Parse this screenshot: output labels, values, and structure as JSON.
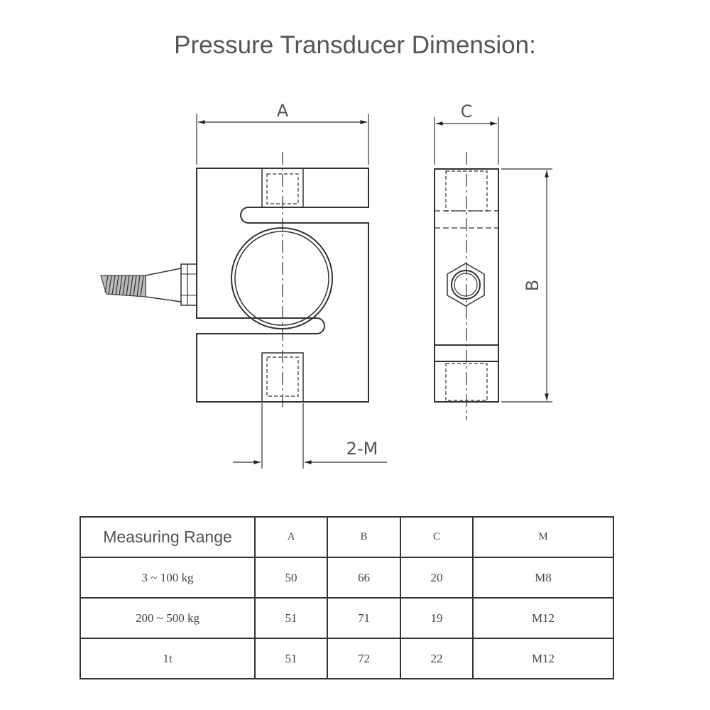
{
  "title": "Pressure Transducer Dimension:",
  "drawing": {
    "front_view": {
      "width_label": "A",
      "thread_label": "2-M"
    },
    "side_view": {
      "width_label": "C",
      "height_label": "B"
    },
    "icons": [
      "s-type-load-cell-front-view",
      "s-type-load-cell-side-view",
      "cable-connector",
      "hex-nut"
    ]
  },
  "table": {
    "headers": [
      "Measuring Range",
      "A",
      "B",
      "C",
      "M"
    ],
    "rows": [
      {
        "range": "3 ~ 100 kg",
        "a": "50",
        "b": "66",
        "c": "20",
        "m": "M8"
      },
      {
        "range": "200 ~ 500 kg",
        "a": "51",
        "b": "71",
        "c": "19",
        "m": "M12"
      },
      {
        "range": "1t",
        "a": "51",
        "b": "72",
        "c": "22",
        "m": "M12"
      }
    ]
  },
  "colors": {
    "line": "#333333",
    "text": "#555555",
    "background": "#ffffff"
  }
}
